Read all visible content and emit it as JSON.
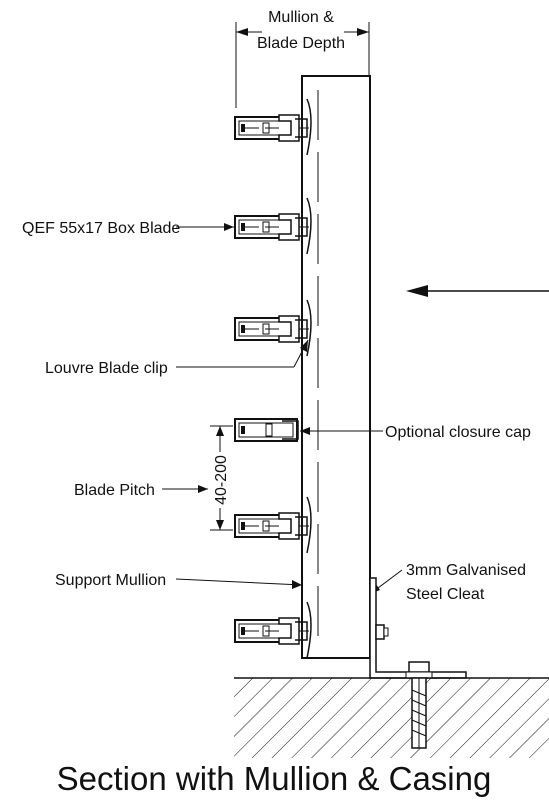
{
  "title": "Section with Mullion & Casing",
  "labels": {
    "mullion_blade_depth_line1": "Mullion &",
    "mullion_blade_depth_line2": "Blade Depth",
    "box_blade": "QEF 55x17 Box Blade",
    "blade_clip": "Louvre Blade clip",
    "closure_cap": "Optional closure cap",
    "blade_pitch": "Blade Pitch",
    "pitch_range": "40-200",
    "support_mullion": "Support Mullion",
    "cleat_line1": "3mm Galvanised",
    "cleat_line2": "Steel Cleat"
  },
  "colors": {
    "line": "#111111",
    "background": "#ffffff"
  }
}
